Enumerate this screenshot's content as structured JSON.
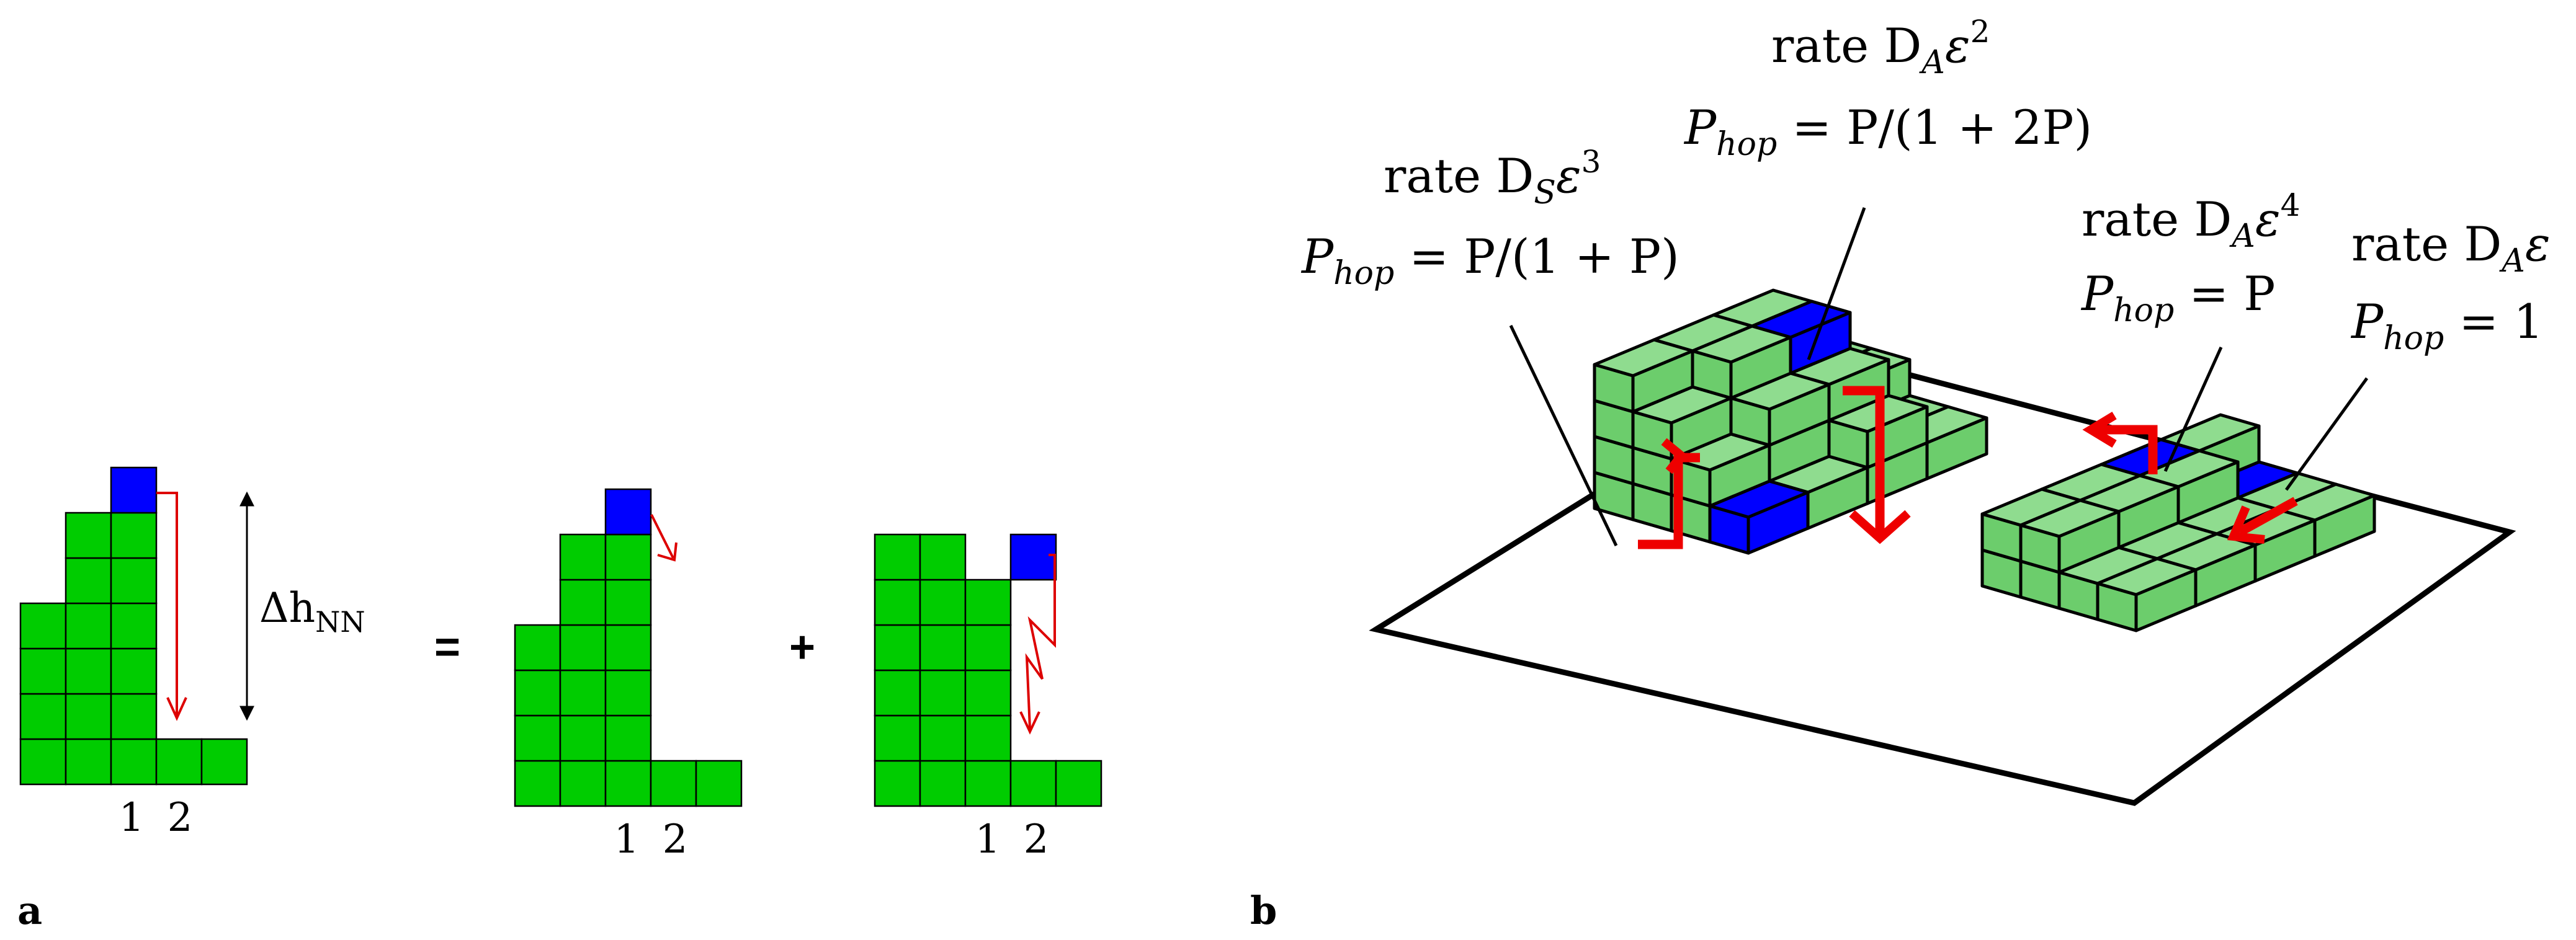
{
  "colors": {
    "block_2d": "#00cc00",
    "block_3d_top": "#8fdc8f",
    "block_3d_side": "#6ccd6c",
    "adatom": "#0000ff",
    "hop_arrow": "#dd0000",
    "outline": "#000000"
  },
  "panel_a": {
    "label": "a",
    "eq_lhs": "Δh",
    "eq_sub": "NN",
    "equals": "=",
    "plus": "+",
    "columns": [
      "1",
      "2"
    ]
  },
  "panel_b": {
    "label": "b",
    "annotations": [
      {
        "rate": "rate D",
        "rate_sub": "S",
        "rate_eps": "ε",
        "rate_exp": "3",
        "phop": "P",
        "phop_sub": "hop",
        "phop_eq": " = P/(1 + P)"
      },
      {
        "rate": "rate D",
        "rate_sub": "A",
        "rate_eps": "ε",
        "rate_exp": "2",
        "phop": "P",
        "phop_sub": "hop",
        "phop_eq": " = P/(1 + 2P)"
      },
      {
        "rate": "rate D",
        "rate_sub": "A",
        "rate_eps": "ε",
        "rate_exp": "4",
        "phop": "P",
        "phop_sub": "hop",
        "phop_eq": " = P"
      },
      {
        "rate": "rate D",
        "rate_sub": "A",
        "rate_eps": "ε",
        "rate_exp": "",
        "phop": "P",
        "phop_sub": "hop",
        "phop_eq": " = 1"
      }
    ]
  }
}
